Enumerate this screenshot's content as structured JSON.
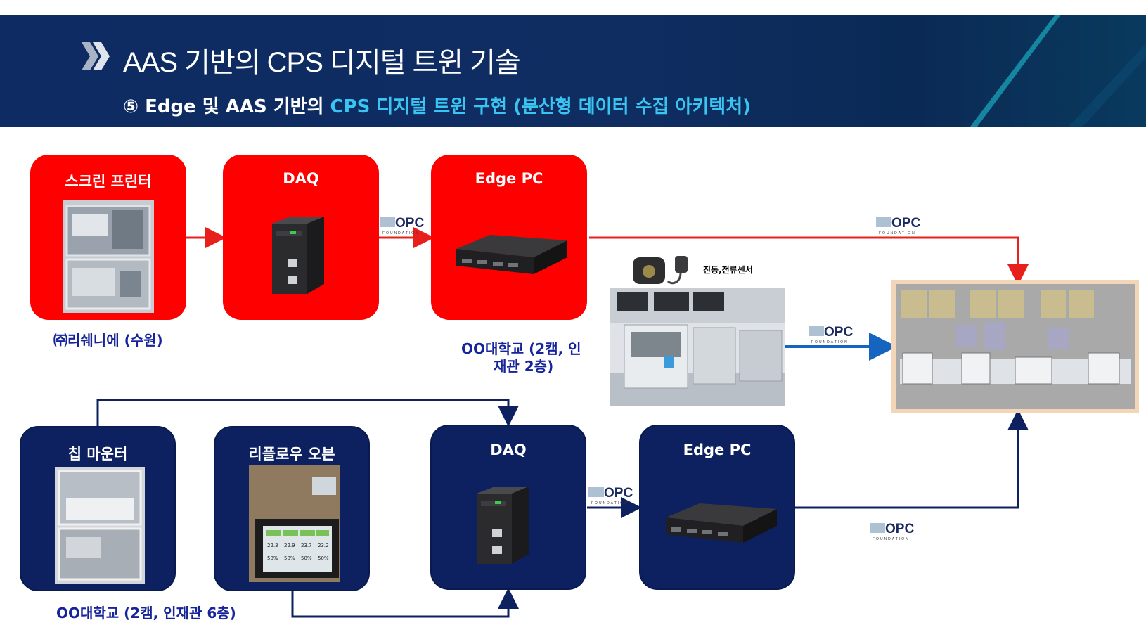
{
  "header": {
    "title": "AAS 기반의 CPS 디지털 트윈 기술",
    "subtitle_prefix": "⑤ Edge 및 AAS 기반의 ",
    "subtitle_highlight": "CPS 디지털 트윈 구현 (분산형 데이터 수집 아키텍처)"
  },
  "colors": {
    "header_bg": "#0e2c63",
    "highlight": "#39c4f1",
    "red_box": "#fe0000",
    "navy_box": "#0d2060",
    "caption": "#15249a"
  },
  "row1": {
    "screen_printer": "스크린 프린터",
    "daq": "DAQ",
    "edge_pc": "Edge PC",
    "caption_left": "㈜리쉐니에 (수원)",
    "caption_right_line1": "OO대학교 (2캠, 인",
    "caption_right_line2": "재관 2층)"
  },
  "row2": {
    "chip_mounter": "칩 마운터",
    "reflow_oven": "리플로우 오븐",
    "daq": "DAQ",
    "edge_pc": "Edge PC",
    "caption": "OO대학교 (2캠, 인재관 6층)"
  },
  "sensor_label": "진동,전류센서",
  "opc_logo": {
    "text": "OPC",
    "sub": "FOUNDATION"
  },
  "reflow_screen_values": [
    "22.3",
    "22.9",
    "23.7",
    "23.2",
    "50%",
    "50%",
    "50%",
    "50%"
  ]
}
